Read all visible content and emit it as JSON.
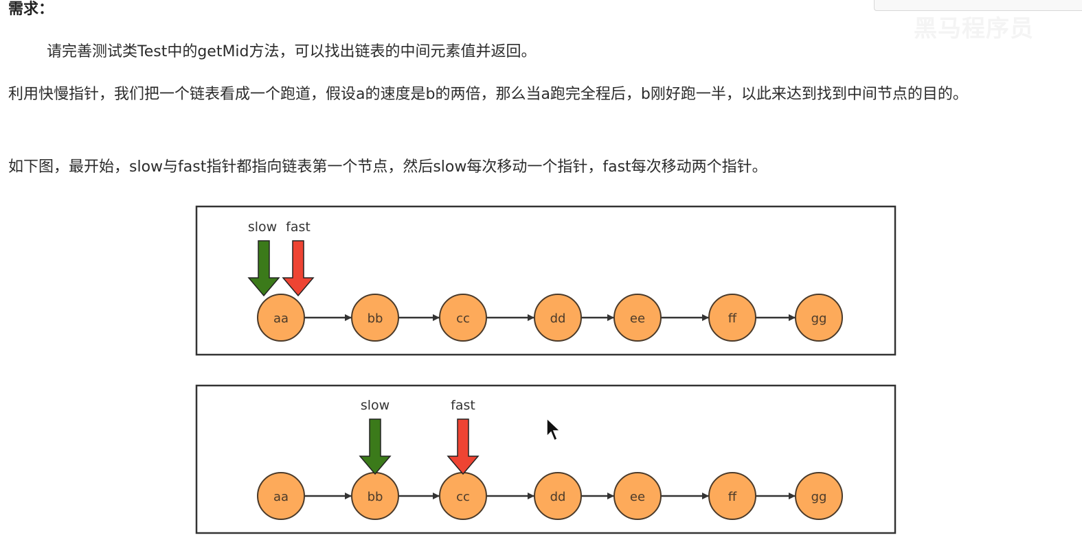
{
  "document": {
    "heading": "需求：",
    "paragraph_1": "请完善测试类Test中的getMid方法，可以找出链表的中间元素值并返回。",
    "paragraph_2": "利用快慢指针，我们把一个链表看成一个跑道，假设a的速度是b的两倍，那么当a跑完全程后，b刚好跑一半，以此来达到找到中间节点的目的。",
    "paragraph_3": "如下图，最开始，slow与fast指针都指向链表第一个节点，然后slow每次移动一个指针，fast每次移动两个指针。"
  },
  "watermark": "黑马程序员",
  "diagram": {
    "nodes": [
      "aa",
      "bb",
      "cc",
      "dd",
      "ee",
      "ff",
      "gg"
    ],
    "colors": {
      "node_fill": "#FDAA5A",
      "node_stroke": "#4a3a2a",
      "slow_arrow": "#3B7A1A",
      "fast_arrow": "#EE4433",
      "link": "#333333"
    },
    "panels": [
      {
        "slow_label": "slow",
        "fast_label": "fast",
        "slow_node_index": 0,
        "fast_node_index": 0
      },
      {
        "slow_label": "slow",
        "fast_label": "fast",
        "slow_node_index": 1,
        "fast_node_index": 2
      }
    ]
  }
}
